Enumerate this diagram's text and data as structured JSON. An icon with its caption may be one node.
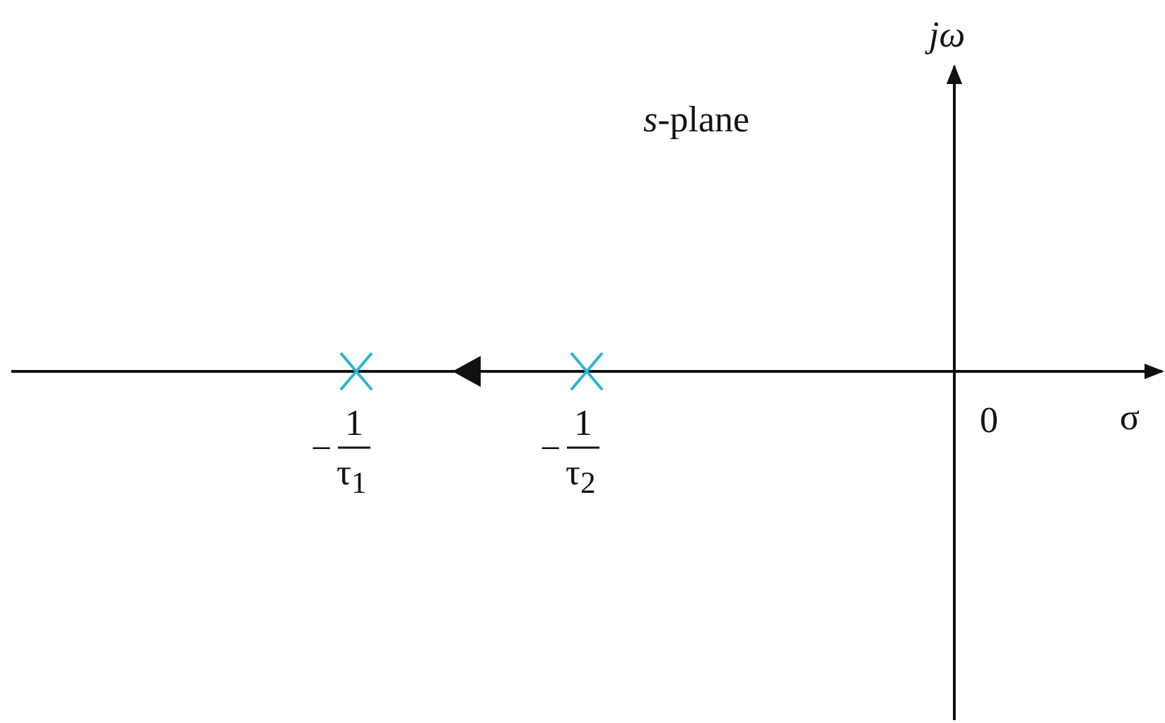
{
  "diagram": {
    "labels": [
      "jω",
      "*s*-plane",
      "0",
      "σ",
      "−",
      "1",
      "τ$_{1}$",
      "−",
      "1",
      "τ$_{2}$"
    ]
  }
}
